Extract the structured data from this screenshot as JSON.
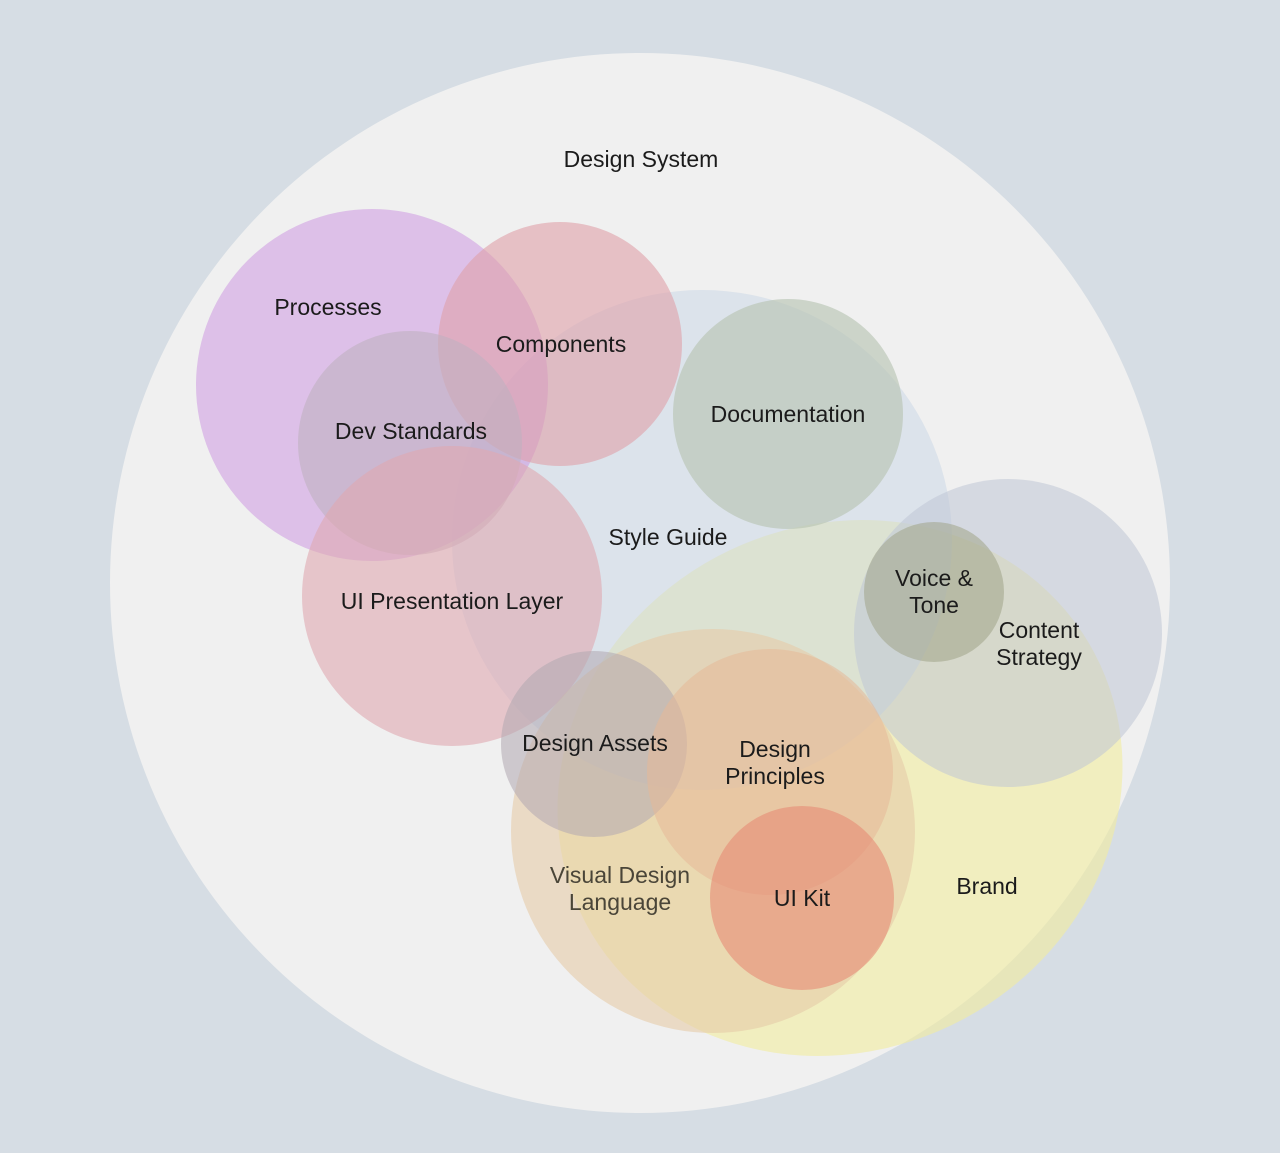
{
  "diagram": {
    "colors": {
      "background": "#d6dde4",
      "design_system": "#f0f0f0",
      "processes": "#c990e0",
      "components": "#e0a0a8",
      "dev_standards": "#c0b0c0",
      "ui_presentation_layer": "#e0a8b0",
      "style_guide": "#c8d6e6",
      "documentation": "#b8c4b4",
      "brand": "#f2ec9e",
      "content_strategy": "#c0c6d6",
      "voice_tone": "#a0a488",
      "visual_design_language": "#e6cca8",
      "design_principles": "#e6b898",
      "design_assets": "#b0a8b0",
      "ui_kit": "#e68a74"
    },
    "labels": {
      "design_system": "Design System",
      "processes": "Processes",
      "components": "Components",
      "dev_standards": "Dev Standards",
      "documentation": "Documentation",
      "style_guide": "Style Guide",
      "ui_presentation_layer": "UI Presentation Layer",
      "voice_tone_line1": "Voice &",
      "voice_tone_line2": "Tone",
      "content_strategy_line1": "Content",
      "content_strategy_line2": "Strategy",
      "design_assets": "Design Assets",
      "design_principles_line1": "Design",
      "design_principles_line2": "Principles",
      "visual_design_language_line1": "Visual Design",
      "visual_design_language_line2": "Language",
      "ui_kit": "UI Kit",
      "brand": "Brand"
    }
  }
}
